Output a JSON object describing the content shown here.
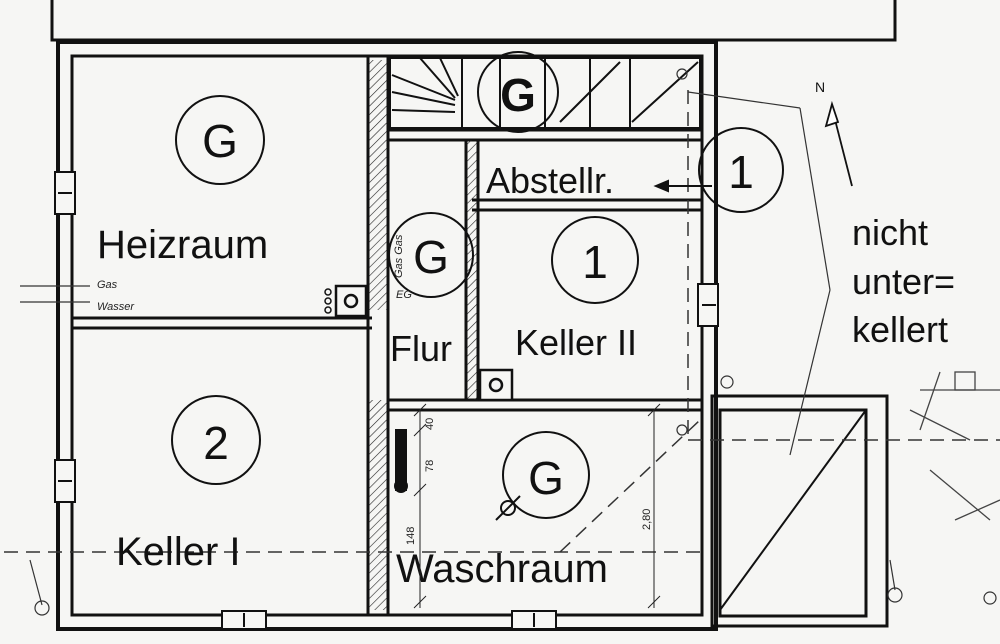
{
  "rooms": {
    "heizraum": {
      "label": "Heizraum",
      "marker": "G"
    },
    "keller1": {
      "label": "Keller I",
      "marker": "2"
    },
    "stair": {
      "marker": "G"
    },
    "abstell": {
      "label": "Abstellr.",
      "marker": "1"
    },
    "flur": {
      "label": "Flur",
      "marker": "G"
    },
    "keller2": {
      "label": "Keller II",
      "marker": "1"
    },
    "waschraum": {
      "label": "Waschraum",
      "marker": "G"
    }
  },
  "annotations": {
    "gas": "Gas",
    "wasser": "Wasser",
    "nicht_unterkellert": [
      "nicht",
      "unter=",
      "kellert"
    ],
    "north": "N",
    "flur_wall_note": "Gas Gas",
    "flur_wall_note2": "EG"
  },
  "dimensions": [
    "40",
    "78",
    "148",
    "2,80"
  ]
}
